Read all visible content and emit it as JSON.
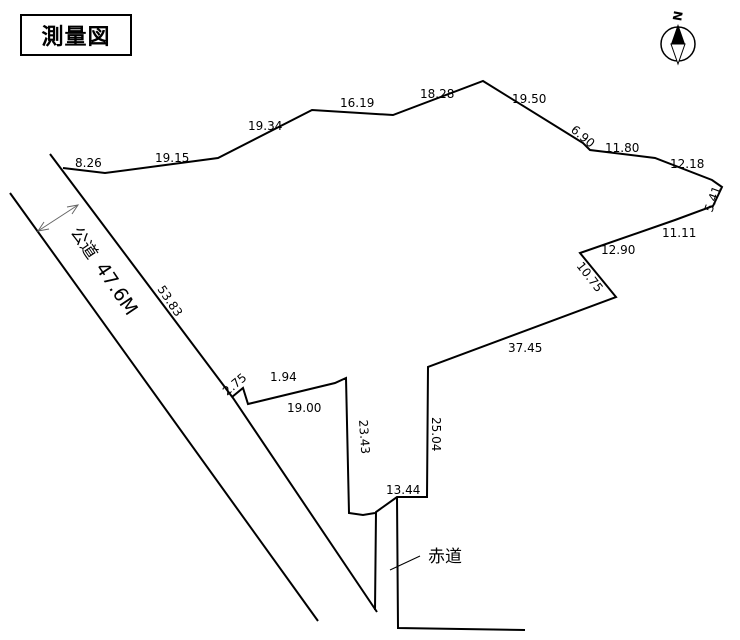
{
  "title": "測量図",
  "compass": {
    "north_label": "N"
  },
  "road": {
    "label": "公道",
    "width": "47.6M"
  },
  "red_road": {
    "label": "赤道"
  },
  "dimensions": {
    "d_8_26": "8.26",
    "d_19_15": "19.15",
    "d_19_34": "19.34",
    "d_16_19": "16.19",
    "d_18_28": "18.28",
    "d_19_50": "19.50",
    "d_6_90": "6.90",
    "d_11_80": "11.80",
    "d_12_18": "12.18",
    "d_5_41": "5.41",
    "d_11_11": "11.11",
    "d_12_90": "12.90",
    "d_10_75": "10.75",
    "d_37_45": "37.45",
    "d_25_04": "25.04",
    "d_13_44": "13.44",
    "d_23_43": "23.43",
    "d_19_00": "19.00",
    "d_1_94": "1.94",
    "d_2_75": "2.75",
    "d_53_83": "53.83"
  },
  "colors": {
    "line": "#000000",
    "background": "#ffffff"
  }
}
